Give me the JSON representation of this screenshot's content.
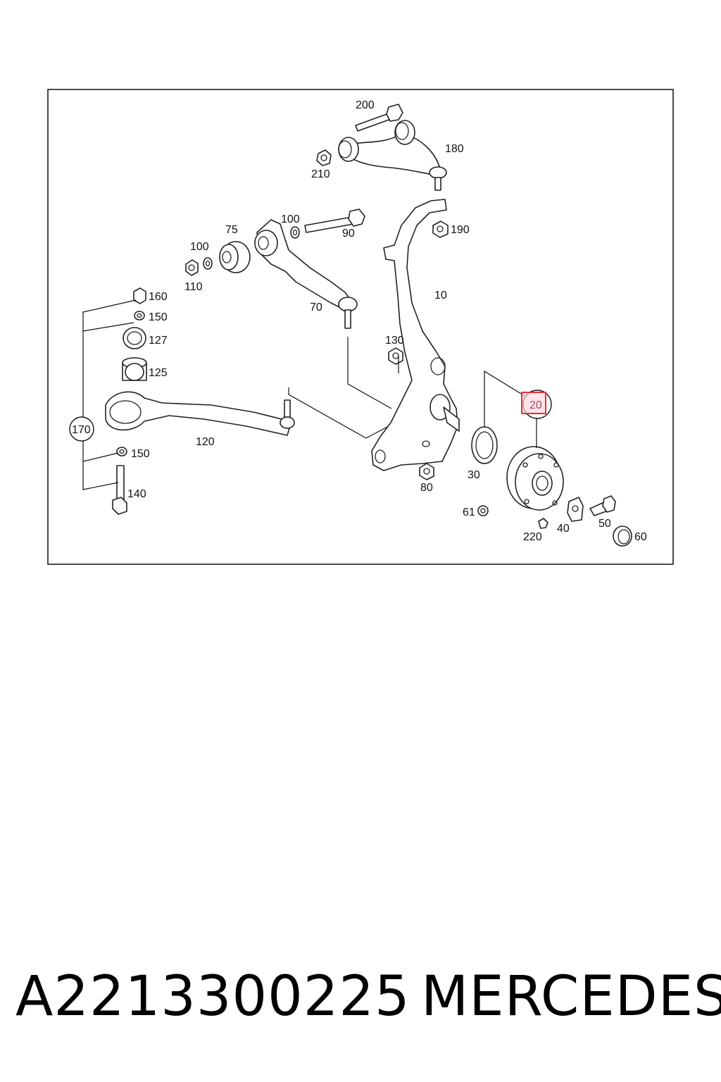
{
  "diagram": {
    "labels": {
      "p200": "200",
      "p180": "180",
      "p210": "210",
      "p75": "75",
      "p100a": "100",
      "p90": "90",
      "p190": "190",
      "p100b": "100",
      "p110": "110",
      "p70": "70",
      "p10": "10",
      "p160": "160",
      "p150a": "150",
      "p127": "127",
      "p125": "125",
      "p130": "130",
      "p170": "170",
      "p120": "120",
      "p150b": "150",
      "p140": "140",
      "p20": "20",
      "p30": "30",
      "p80": "80",
      "p61": "61",
      "p40": "40",
      "p50": "50",
      "p220": "220",
      "p60": "60"
    },
    "highlighted_part": "20",
    "highlight_color": "#e03040"
  },
  "footer": {
    "part_number": "A2213300225",
    "brand": "MERCEDES"
  }
}
